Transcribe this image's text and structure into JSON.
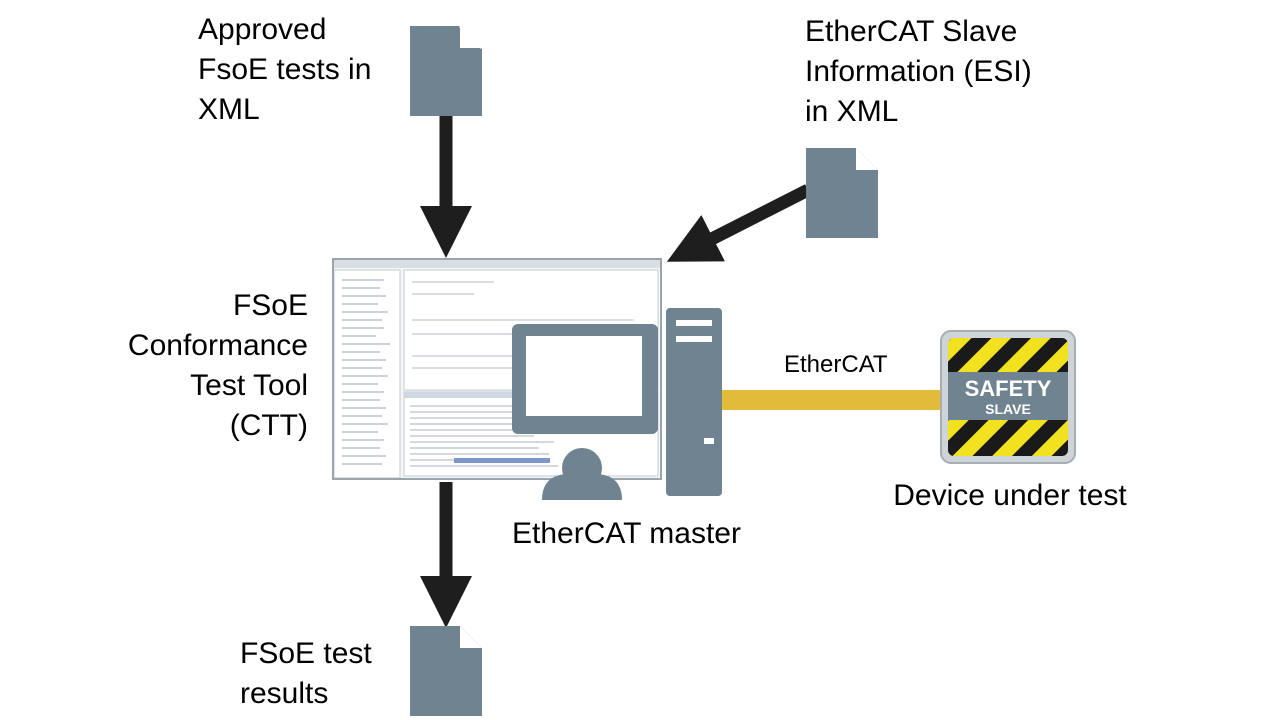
{
  "labels": {
    "approved_tests": "Approved\nFsoE tests in\nXML",
    "esi": "EtherCAT Slave\nInformation (ESI)\nin XML",
    "ctt": "FSoE\nConformance\nTest Tool\n(CTT)",
    "ethercat_link": "EtherCAT",
    "dut": "Device under test",
    "master": "EtherCAT master",
    "results": "FSoE test\nresults"
  },
  "safety_slave": {
    "title": "SAFETY",
    "subtitle": "SLAVE"
  },
  "colors": {
    "document": "#6f8390",
    "device": "#6f8390",
    "arrow": "#1e1e1e",
    "cable": "#e3bb3a",
    "hazard_yellow": "#f1e11e",
    "hazard_black": "#1a1a1a"
  },
  "icons": [
    "document-icon",
    "monitor-icon",
    "tower-icon",
    "user-icon",
    "safety-slave-icon"
  ]
}
